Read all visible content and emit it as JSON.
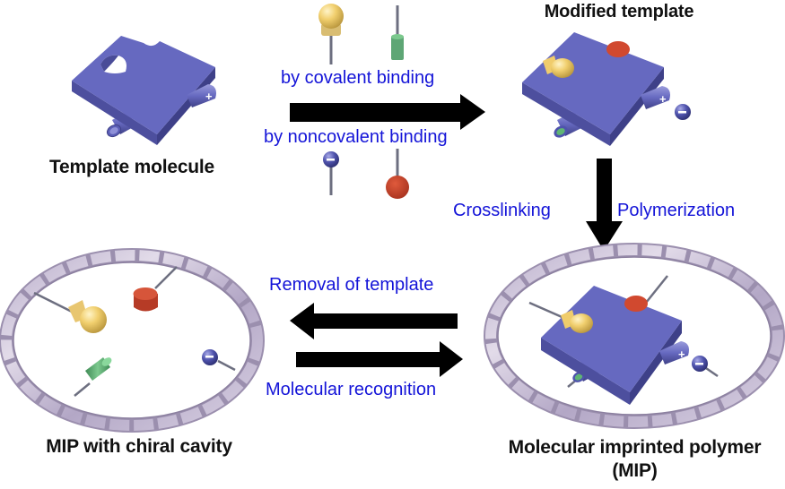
{
  "title": "Molecular imprinting process",
  "colors": {
    "template": "#6669c0",
    "template_dark": "#4a4c98",
    "template_light": "#8587d4",
    "yellow": "#f1cf6e",
    "yellow_dark": "#c9a848",
    "green": "#64b877",
    "green_dark": "#3f8a55",
    "red": "#c8452e",
    "red_dark": "#9b3322",
    "anion": "#4b4fa6",
    "ring": "#c7bdd2",
    "ring_dark": "#9b8fae",
    "arrow": "#000000",
    "label_black": "#111111",
    "label_blue": "#1414d8"
  },
  "stages": {
    "template": {
      "label": "Template molecule"
    },
    "modified": {
      "label": "Modified template"
    },
    "mip": {
      "label_line1": "Molecular imprinted polymer",
      "label_line2": "(MIP)"
    },
    "cavity": {
      "label": "MIP with chiral cavity"
    }
  },
  "steps": {
    "binding": {
      "covalent": "by covalent binding",
      "noncovalent": "by noncovalent binding",
      "direction": "right"
    },
    "polymerize": {
      "left": "Crosslinking",
      "right": "Polymerization",
      "direction": "down"
    },
    "removal": {
      "label": "Removal of template",
      "direction": "left"
    },
    "recognition": {
      "label": "Molecular recognition",
      "direction": "right"
    }
  },
  "monomers": [
    {
      "name": "yellow-bulb-monomer",
      "binding": "covalent"
    },
    {
      "name": "green-cylinder-monomer",
      "binding": "covalent"
    },
    {
      "name": "anion-monomer",
      "binding": "noncovalent",
      "charge": "-"
    },
    {
      "name": "red-disc-monomer",
      "binding": "noncovalent"
    }
  ],
  "charges": {
    "positive": "+",
    "negative": "-"
  }
}
